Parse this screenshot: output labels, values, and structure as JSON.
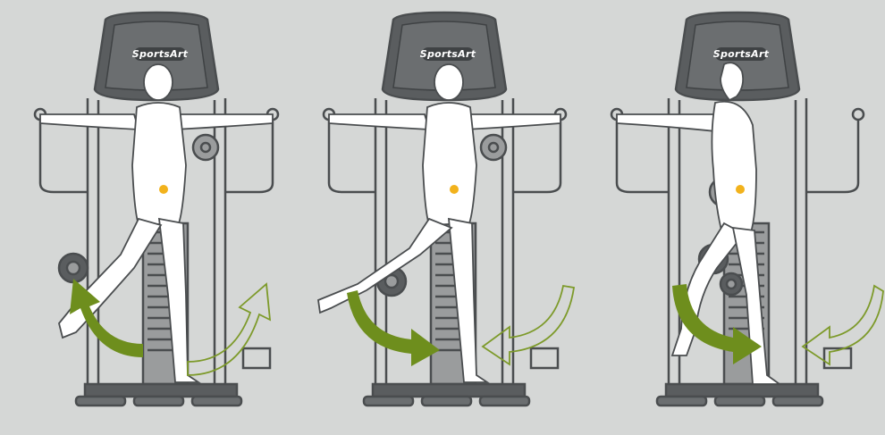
{
  "colors": {
    "background": "#d5d7d6",
    "machine_outline": "#4a4d4f",
    "machine_dark": "#5a5d5f",
    "body_fill": "#ffffff",
    "arrow_green": "#6e8e1d",
    "arrow_outline": "#7d9a2a",
    "center_dot": "#f2b21c"
  },
  "brand": {
    "logo_text": "SportsArt"
  },
  "panels": [
    {
      "pose": "front-leg-raised-forward",
      "motion_arrow": "up-left",
      "return_arrow": "up-right"
    },
    {
      "pose": "front-leg-raised-side",
      "motion_arrow": "down-right",
      "return_arrow": "left"
    },
    {
      "pose": "side-knee-raised",
      "motion_arrow": "down-right",
      "return_arrow": "left"
    }
  ]
}
